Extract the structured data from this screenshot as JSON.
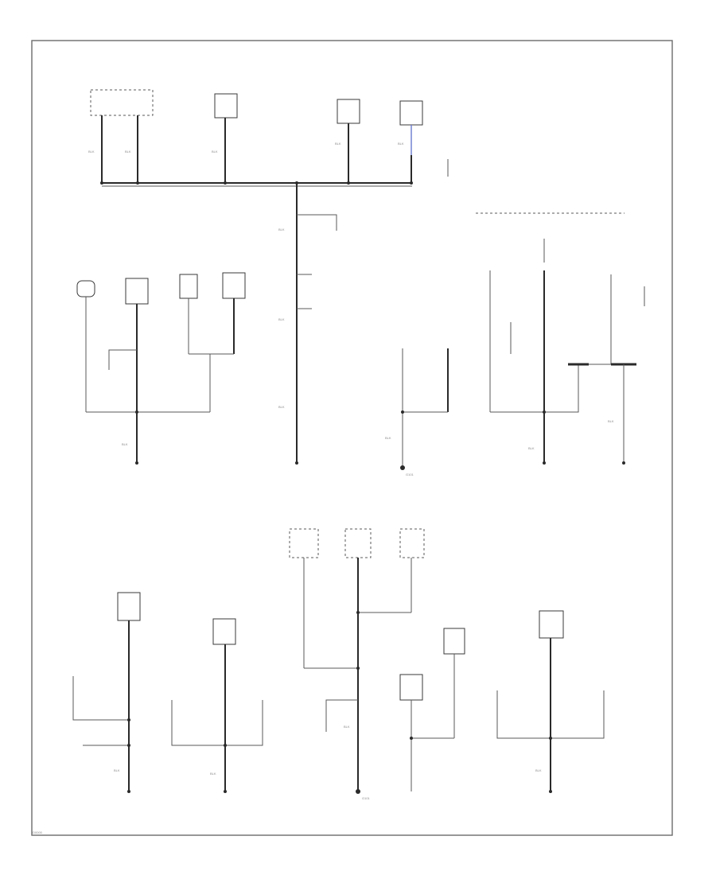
{
  "labels": {
    "code_a": "BLK",
    "code_b": "G101",
    "corner": "ID0000"
  }
}
